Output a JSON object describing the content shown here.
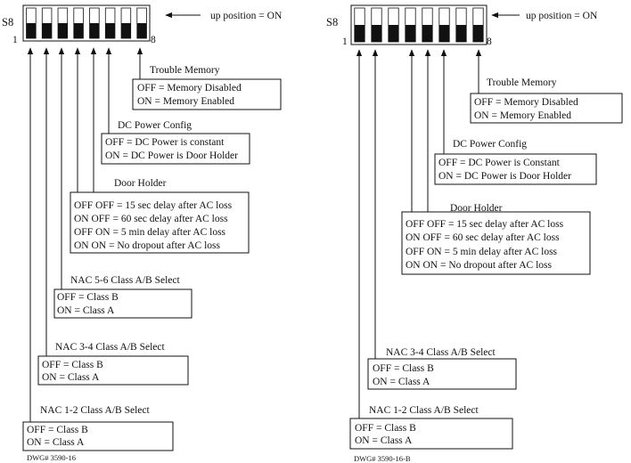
{
  "left": {
    "switch_name": "S8",
    "pin_first": "1",
    "pin_last": "8",
    "up_label": "up position = ON",
    "groups": [
      {
        "title": "Trouble Memory",
        "lines": [
          "OFF = Memory Disabled",
          "ON = Memory Enabled"
        ]
      },
      {
        "title": "DC Power Config",
        "lines": [
          "OFF = DC Power is constant",
          "ON = DC Power is Door Holder"
        ]
      },
      {
        "title": "Door Holder",
        "lines": [
          "OFF  OFF = 15 sec delay after AC loss",
          "ON  OFF = 60 sec delay after AC loss",
          "OFF  ON = 5 min delay after AC loss",
          "ON  ON = No dropout after AC loss"
        ]
      },
      {
        "title": "NAC 5-6 Class A/B Select",
        "lines": [
          "OFF = Class B",
          "ON = Class A"
        ]
      },
      {
        "title": "NAC 3-4 Class A/B Select",
        "lines": [
          "OFF = Class B",
          "ON = Class A"
        ]
      },
      {
        "title": "NAC 1-2 Class A/B Select",
        "lines": [
          "OFF = Class B",
          "ON = Class A"
        ]
      }
    ],
    "drawing": "DWG# 3590-16"
  },
  "right": {
    "switch_name": "S8",
    "pin_first": "1",
    "pin_last": "8",
    "up_label": "up position = ON",
    "groups": [
      {
        "title": "Trouble Memory",
        "lines": [
          "OFF = Memory Disabled",
          "ON = Memory Enabled"
        ]
      },
      {
        "title": "DC Power Config",
        "lines": [
          "OFF = DC Power is Constant",
          "ON = DC Power is Door Holder"
        ]
      },
      {
        "title": "Door Holder",
        "lines": [
          "OFF  OFF = 15 sec delay after AC loss",
          "ON  OFF = 60 sec delay after AC loss",
          "OFF  ON = 5 min delay after AC loss",
          "ON  ON = No dropout after AC loss"
        ]
      },
      {
        "title": "NAC 3-4 Class A/B Select",
        "lines": [
          "OFF = Class B",
          "ON = Class A"
        ]
      },
      {
        "title": "NAC 1-2 Class A/B Select",
        "lines": [
          "OFF = Class B",
          "ON = Class A"
        ]
      }
    ],
    "drawing": "DWG# 3590-16-B"
  }
}
